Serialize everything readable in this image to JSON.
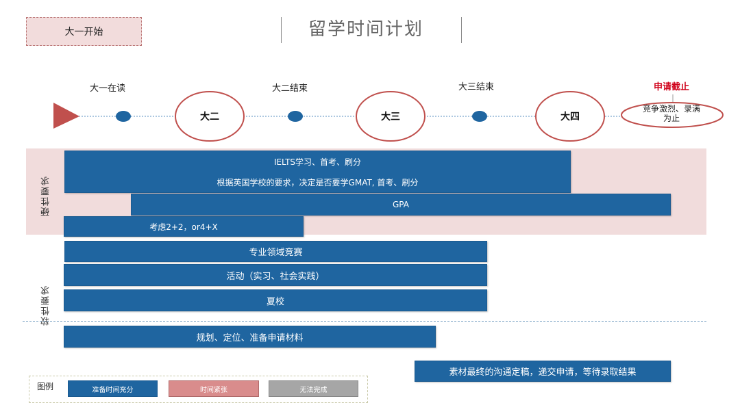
{
  "start_label": "大一开始",
  "title": "留学时间计划",
  "timeline": {
    "labels": {
      "y1": "大一在读",
      "y2_end": "大二结束",
      "y3_end": "大三结束",
      "deadline": "申请截止"
    },
    "ellipses": {
      "y2": "大二",
      "y3": "大三",
      "y4": "大四",
      "final": "竞争激烈、录满为止"
    }
  },
  "sections": {
    "hard": "硬性要求",
    "soft": "软性要求"
  },
  "bars": {
    "ielts": "IELTS学习、首考、刷分",
    "gmat": "根据英国学校的要求，决定是否要学GMAT, 首考、刷分",
    "gpa": "GPA",
    "twoplus": "考虑2+2，or4+X",
    "competition": "专业领域竞赛",
    "activities": "活动（实习、社会实践）",
    "summer": "夏校",
    "planning": "规划、定位、准备申请材料",
    "final": "素材最终的沟通定稿，递交申请，等待录取结果"
  },
  "legend": {
    "title": "图例",
    "items": [
      {
        "label": "准备时间充分",
        "color": "#1f65a0"
      },
      {
        "label": "时间紧张",
        "color": "#d98c8c"
      },
      {
        "label": "无法完成",
        "color": "#a6a6a6"
      }
    ]
  },
  "colors": {
    "bar": "#1f65a0",
    "hard_band": "#f1dcdc",
    "ellipse_border": "#c0504d",
    "dot": "#1f65a0",
    "start_arrow": "#c0504d",
    "deadline_text": "#d0021b"
  }
}
